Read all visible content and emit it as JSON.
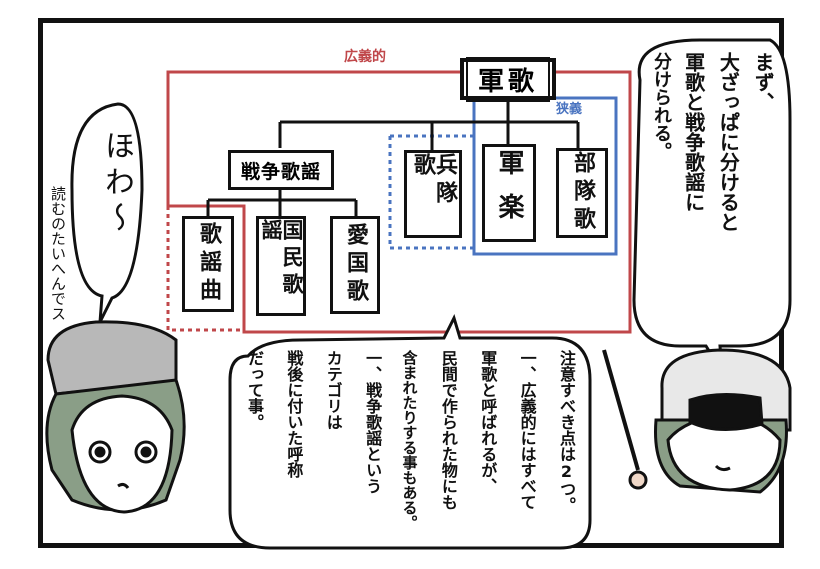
{
  "diagram": {
    "root": "軍歌",
    "broad_label": "広義的",
    "narrow_label": "狭義",
    "war_song": "戦争歌謡",
    "nodes": {
      "heitai": "兵隊歌",
      "gungaku": "軍楽",
      "butai": "部隊歌",
      "kayou": "歌謡曲",
      "kokumin": "国民歌謡",
      "aikoku": "愛国歌"
    }
  },
  "speech": {
    "right_bubble": [
      "まず、",
      "大ざっぱに分けると",
      "軍歌と戦争歌謡に",
      "分けられる。"
    ],
    "left_bubble": "ほわ〜",
    "side_note": "読むのたいへんでス",
    "bottom_bubble": [
      "注意すべき点は2つ。",
      "一、広義的にはすべて",
      "軍歌と呼ばれるが、",
      "民間で作られた物にも",
      "含まれたりする事もある。",
      "一、戦争歌謡という",
      "カテゴリは",
      "戦後に付いた呼称",
      "だって事。"
    ]
  },
  "colors": {
    "broad": "#c0474a",
    "narrow": "#4a74c0",
    "outline": "#111111",
    "hair": "#8a9e87",
    "hat": "#b8b8b8"
  }
}
